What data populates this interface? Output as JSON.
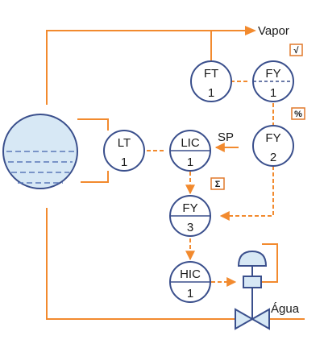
{
  "labels": {
    "vapor": "Vapor",
    "agua": "Água",
    "setpoint": "SP"
  },
  "instruments": {
    "ft1": {
      "tag": "FT",
      "loop": "1"
    },
    "fy1": {
      "tag": "FY",
      "loop": "1"
    },
    "fy2": {
      "tag": "FY",
      "loop": "2"
    },
    "lt1": {
      "tag": "LT",
      "loop": "1"
    },
    "lic1": {
      "tag": "LIC",
      "loop": "1"
    },
    "fy3": {
      "tag": "FY",
      "loop": "3"
    },
    "hic1": {
      "tag": "HIC",
      "loop": "1"
    }
  },
  "function_symbols": {
    "sqrt": "√",
    "percent": "%",
    "sum": "Σ"
  },
  "colors": {
    "pipe": "#f28a2e",
    "signal": "#f28a2e",
    "bubble_stroke": "#3a4f8c",
    "bubble_fill": "#ffffff",
    "vessel_fill": "#d7e8f5",
    "vessel_level": "#5a78b8",
    "symbol_stroke": "#e0782a",
    "valve_fill": "#d7e8f5"
  }
}
